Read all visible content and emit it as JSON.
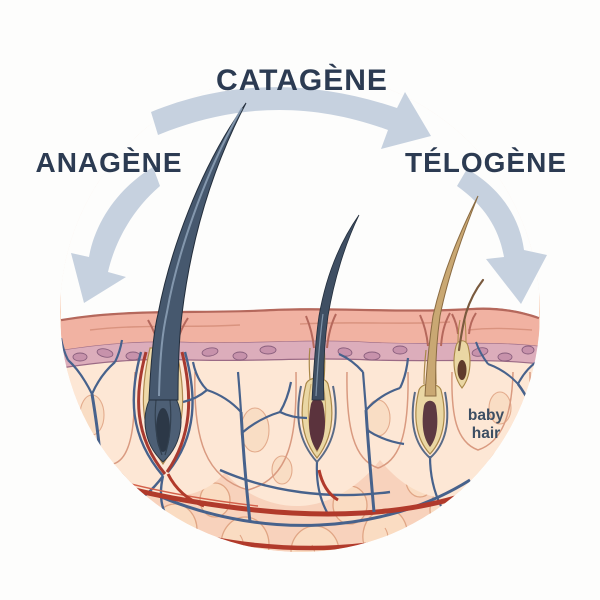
{
  "diagram": {
    "type": "hair-growth-cycle-skin-cross-section",
    "labels": {
      "anagen": "ANAGÈNE",
      "catagen": "CATAGÈNE",
      "telogen": "TÉLOGÈNE",
      "baby_hair_line1": "baby",
      "baby_hair_line2": "hair"
    },
    "colors": {
      "background": "#fdfdfc",
      "phase_label_text": "#2c3b52",
      "baby_hair_text": "#3c4e63",
      "cycle_arrow": "#c6d1df",
      "epidermis": "#f1b2a2",
      "epidermis_outline": "#b5685c",
      "granular_layer": "#dcadbb",
      "granular_cell": "#c792ab",
      "dermis_pale": "#fde7d5",
      "dermis_deep": "#f8d2bc",
      "fat_lobule": "#fadcc2",
      "vein": "#47628c",
      "artery": "#b13a2b",
      "anagen_hair": "#46586e",
      "catagen_hair": "#3f4f63",
      "telogen_hair": "#c9a873",
      "follicle_sheath": "#eed9a8",
      "bulb_maroon": "#5b333d"
    }
  }
}
